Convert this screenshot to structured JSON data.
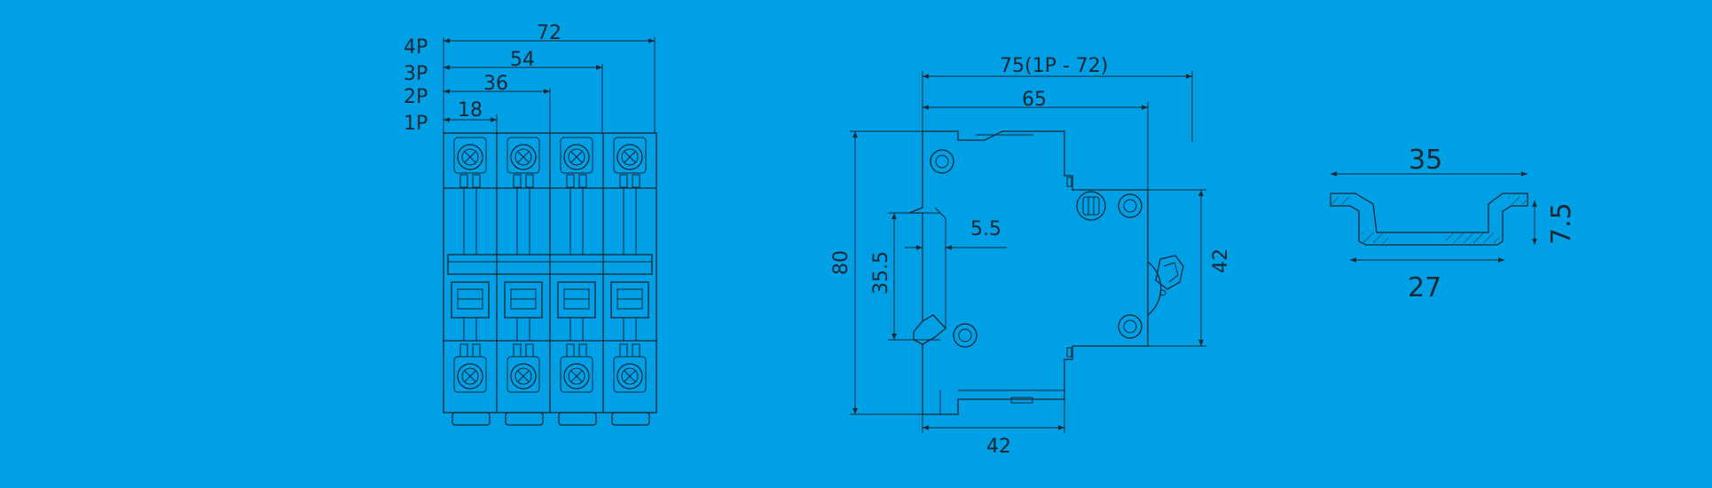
{
  "colors": {
    "background": "#00A0E6",
    "line": "#1b2733"
  },
  "front_view": {
    "pole_labels": [
      "4P",
      "3P",
      "2P",
      "1P"
    ],
    "widths": [
      "72",
      "54",
      "36",
      "18"
    ]
  },
  "side_view": {
    "top_width": "75(1P - 72)",
    "depth_65": "65",
    "height_80": "80",
    "rail_35_5": "35.5",
    "offset_5_5": "5.5",
    "height_42": "42",
    "base_width_42": "42"
  },
  "din_rail": {
    "top_width": "35",
    "height": "7.5",
    "bottom_width": "27"
  }
}
